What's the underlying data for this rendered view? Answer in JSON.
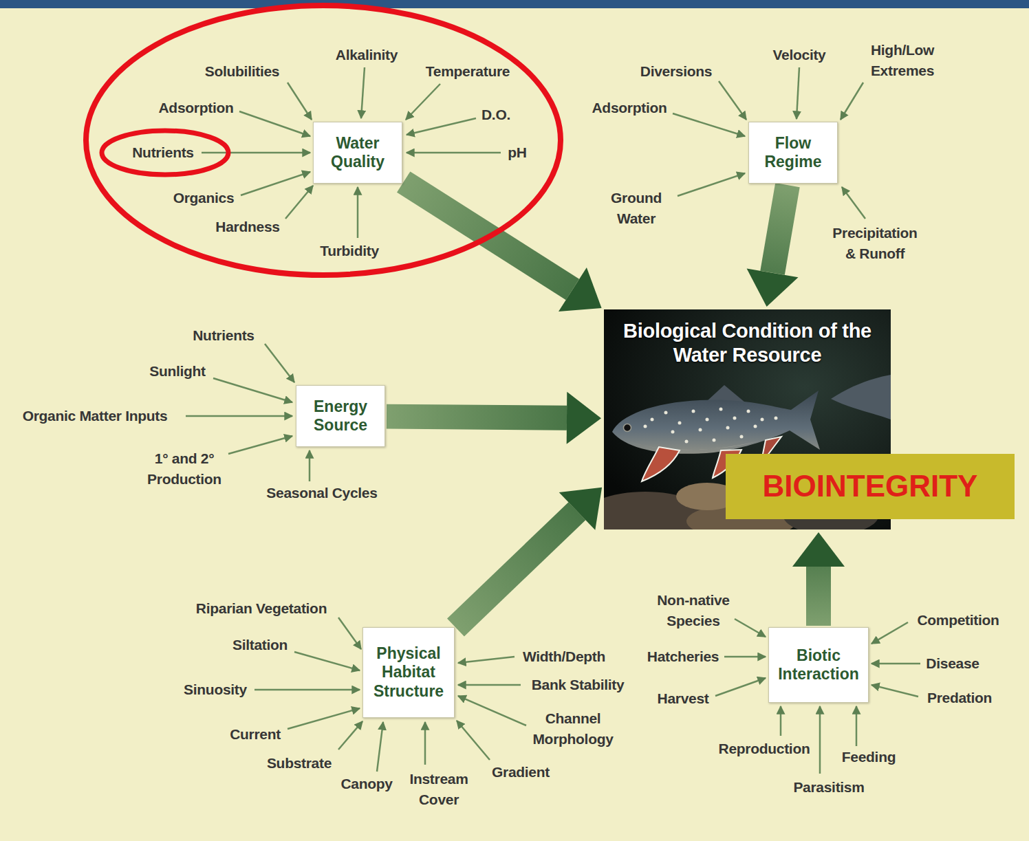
{
  "diagram": {
    "nodes": [
      {
        "text": [
          "Water Quality"
        ]
      },
      {
        "text": [
          "Flow Regime"
        ]
      },
      {
        "text": [
          "Energy Source"
        ]
      },
      {
        "text": [
          "Biological Condition of the Water Resource"
        ]
      },
      {
        "text": [
          "BIOINTEGRITY"
        ],
        "in": 3
      },
      {
        "text": [
          "Physical Habitat Structure"
        ]
      },
      {
        "text": [
          "Biotic Interaction"
        ]
      }
    ],
    "edges": [
      {
        "from": 0,
        "to": 3,
        "arrow": "to"
      },
      {
        "from": 1,
        "to": 3,
        "arrow": "to"
      },
      {
        "from": 2,
        "to": 3,
        "arrow": "to"
      },
      {
        "from": 5,
        "to": 3,
        "arrow": "to"
      },
      {
        "from": 6,
        "to": 3,
        "arrow": "to"
      }
    ],
    "labels": [
      "Alkalinity",
      "Solubilities",
      "Temperature",
      "Adsorption",
      "D.O.",
      "Nutrients",
      "pH",
      "Organics",
      "Hardness",
      "Turbidity",
      "Velocity",
      "High/Low Extremes",
      "Diversions",
      "Adsorption",
      "Ground Water",
      "Precipitation & Runoff",
      "Nutrients",
      "Sunlight",
      "Organic Matter Inputs",
      "1° and 2° Production",
      "Seasonal Cycles",
      "Riparian Vegetation",
      "Siltation",
      "Sinuosity",
      "Current",
      "Substrate",
      "Canopy",
      "Instream Cover",
      "Gradient",
      "Channel Morphology",
      "Bank Stability",
      "Width/Depth",
      "Non-native Species",
      "Hatcheries",
      "Harvest",
      "Reproduction",
      "Parasitism",
      "Feeding",
      "Competition",
      "Disease",
      "Predation"
    ]
  }
}
